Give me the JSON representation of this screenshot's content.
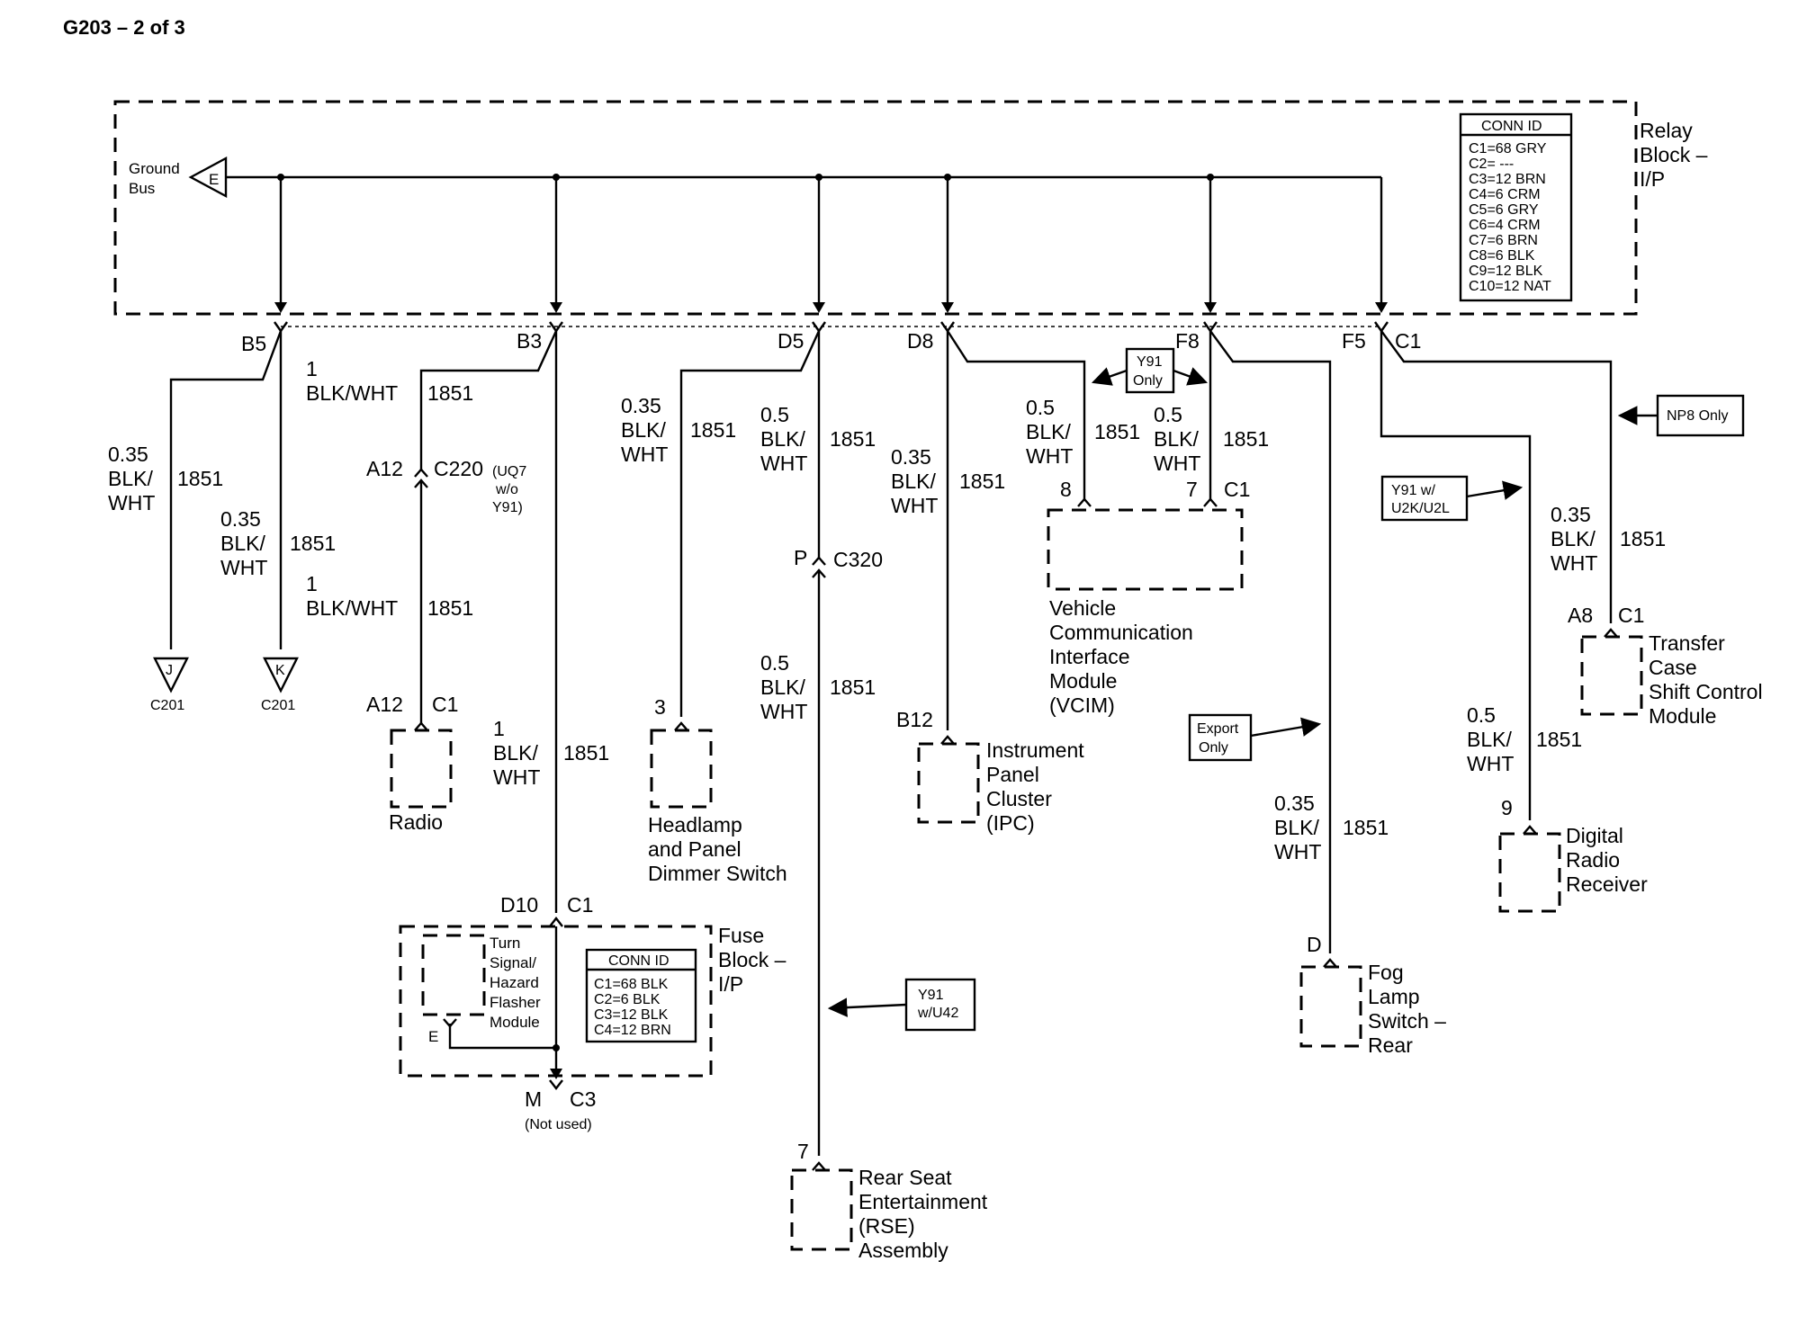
{
  "title": "G203 – 2 of 3",
  "relay_block": {
    "label_lines": [
      "Relay",
      "Block –",
      "I/P"
    ],
    "ground_bus_lines": [
      "Ground",
      "Bus"
    ],
    "bus_terminal": "E",
    "conn_id": {
      "header": "CONN ID",
      "rows": [
        "C1=68 GRY",
        "C2= ---",
        "C3=12 BRN",
        "C4=6 CRM",
        "C5=6 GRY",
        "C6=4 CRM",
        "C7=6 BRN",
        "C8=6 BLK",
        "C9=12 BLK",
        "C10=12 NAT"
      ]
    },
    "pins": {
      "b5": "B5",
      "b3": "B3",
      "d5": "D5",
      "d8": "D8",
      "f8": "F8",
      "f5": "F5",
      "c1": "C1"
    }
  },
  "wires": {
    "size_0_35": "0.35",
    "size_0_5": "0.5",
    "size_1": "1",
    "color_slash": "BLK/",
    "color_wht": "WHT",
    "color_full": "BLK/WHT",
    "circuit": "1851"
  },
  "grounds": {
    "j": "J",
    "k": "K",
    "conn": "C201"
  },
  "c220": {
    "pin": "A12",
    "conn": "C220",
    "note_lines": [
      "(UQ7",
      "w/o",
      "Y91)"
    ]
  },
  "radio": {
    "pin": "A12",
    "conn": "C1",
    "label": "Radio"
  },
  "headlamp": {
    "pin": "3",
    "label_lines": [
      "Headlamp",
      "and Panel",
      "Dimmer Switch"
    ]
  },
  "c320": {
    "pin": "P",
    "conn": "C320"
  },
  "ipc": {
    "pin": "B12",
    "label_lines": [
      "Instrument",
      "Panel",
      "Cluster",
      "(IPC)"
    ]
  },
  "vcim": {
    "pin_a": "8",
    "pin_b": "7",
    "conn": "C1",
    "label_lines": [
      "Vehicle",
      "Communication",
      "Interface",
      "Module",
      "(VCIM)"
    ]
  },
  "fuse_block": {
    "top_pin": "D10",
    "top_conn": "C1",
    "bottom_pin": "M",
    "bottom_conn": "C3",
    "not_used": "(Not used)",
    "label_lines": [
      "Fuse",
      "Block –",
      "I/P"
    ],
    "flasher_lines": [
      "Turn",
      "Signal/",
      "Hazard",
      "Flasher",
      "Module"
    ],
    "flasher_pin": "E",
    "conn_id": {
      "header": "CONN ID",
      "rows": [
        "C1=68 BLK",
        "C2=6 BLK",
        "C3=12 BLK",
        "C4=12 BRN"
      ]
    }
  },
  "rse": {
    "pin": "7",
    "label_lines": [
      "Rear Seat",
      "Entertainment",
      "(RSE)",
      "Assembly"
    ]
  },
  "fog_lamp": {
    "pin": "D",
    "label_lines": [
      "Fog",
      "Lamp",
      "Switch –",
      "Rear"
    ]
  },
  "transfer_case": {
    "pin": "A8",
    "conn": "C1",
    "label_lines": [
      "Transfer",
      "Case",
      "Shift Control",
      "Module"
    ]
  },
  "digital_radio": {
    "pin": "9",
    "label_lines": [
      "Digital",
      "Radio",
      "Receiver"
    ]
  },
  "notes": {
    "y91_only": [
      "Y91",
      "Only"
    ],
    "np8_only": "NP8 Only",
    "y91_u2k": [
      "Y91 w/",
      "U2K/U2L"
    ],
    "export_only": [
      "Export",
      "Only"
    ],
    "y91_u42": [
      "Y91",
      "w/U42"
    ]
  }
}
